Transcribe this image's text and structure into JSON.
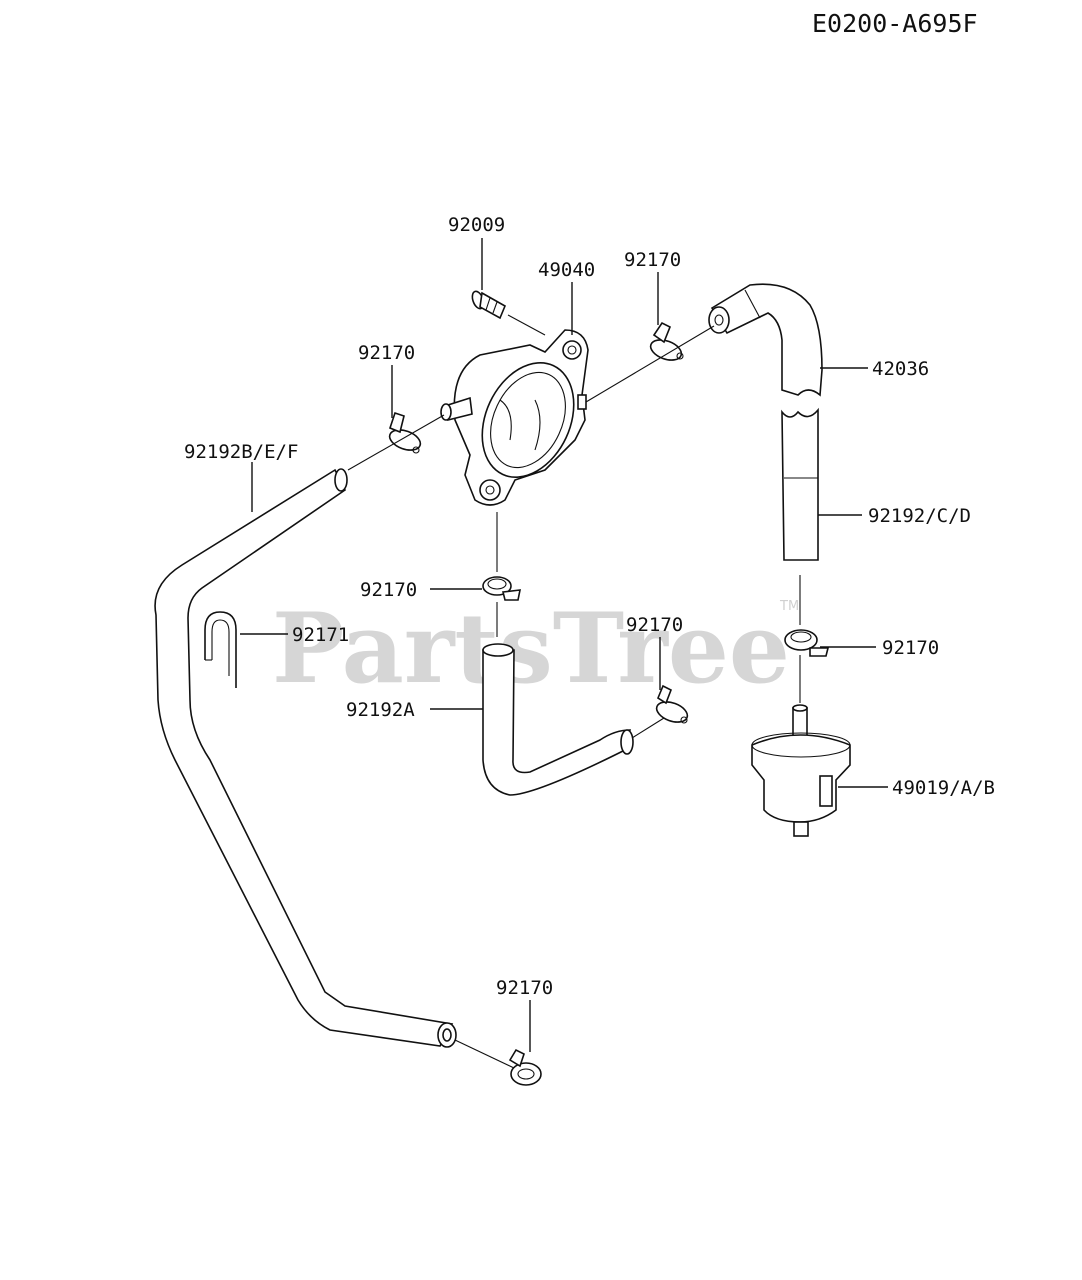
{
  "diagram_code": "E0200-A695F",
  "watermark": {
    "text": "PartsTree",
    "tm": "TM"
  },
  "callouts": {
    "c92009": "92009",
    "c49040": "49040",
    "c92170_top": "92170",
    "c42036": "42036",
    "c92170_left": "92170",
    "c92192bef": "92192B/E/F",
    "c92192cd": "92192/C/D",
    "c92170_mid": "92170",
    "c92171": "92171",
    "c92170_center": "92170",
    "c92170_right": "92170",
    "c92192a": "92192A",
    "c49019ab": "49019/A/B",
    "c92170_bottom": "92170"
  }
}
